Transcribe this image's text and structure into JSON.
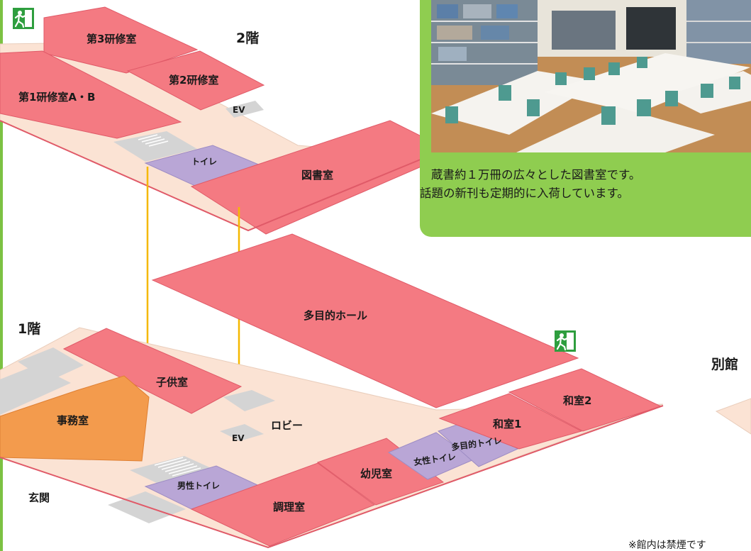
{
  "floors": {
    "second": {
      "label": "2階",
      "rooms": {
        "training_room_3": "第3研修室",
        "training_room_2": "第2研修室",
        "training_room_1ab": "第1研修室A・B",
        "elevator": "EV",
        "toilet": "トイレ",
        "library": "図書室"
      }
    },
    "first": {
      "label": "1階",
      "rooms": {
        "multipurpose_hall": "多目的ホール",
        "childrens_room": "子供室",
        "office": "事務室",
        "elevator": "EV",
        "lobby": "ロビー",
        "japanese_room_2": "和室2",
        "japanese_room_1": "和室1",
        "multipurpose_toilet": "多目的トイレ",
        "womens_toilet": "女性トイレ",
        "infants_room": "幼児室",
        "mens_toilet": "男性トイレ",
        "entrance": "玄関",
        "cooking_room": "調理室"
      }
    },
    "annex": {
      "label": "別館"
    }
  },
  "library_info": {
    "caption_line1": "蔵書約１万冊の広々とした図書室です。",
    "caption_line2": "話題の新刊も定期的に入荷しています。"
  },
  "footer": {
    "note": "※館内は禁煙です"
  },
  "icons": {
    "exit_sign": "emergency-exit-icon",
    "photo": "library-photo"
  },
  "colors": {
    "room": "#f47a82",
    "room_edge": "#e05a68",
    "corridor": "#fbe3d4",
    "toilet": "#b9a6d6",
    "office": "#f39b4d",
    "stairs": "#d4d4d4",
    "connector": "#f5b800",
    "panel": "#8fcd50",
    "exit": "#2e9e3e"
  }
}
